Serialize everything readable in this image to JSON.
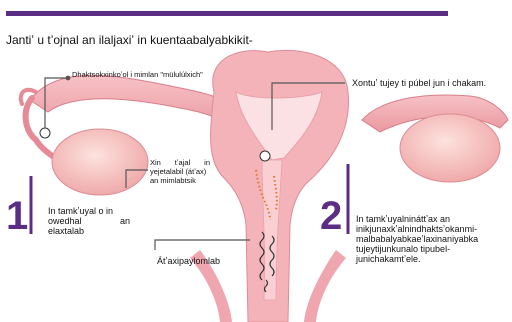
{
  "header": {
    "title": "Jantiʼ u tʼojnal an ilaljaxiʼ in kuentaabalyabkikit-"
  },
  "labels": {
    "microbes": "Dhaktsokxinkoʼol i mimlan \"mülulúlxich\"",
    "uterus": "Xontuʼ tujey ti púbel jun i chakam.",
    "cervix_head": "Xin tʼajal in",
    "cervix_rest": "yejetalabil (átʼax) an mimlabtsik",
    "papilloma": "Átʼaxipaylomlab"
  },
  "steps": [
    {
      "number": "1",
      "text_lines": [
        "In tamkʼuyal o in",
        "owedhal an",
        "elaxtalab"
      ]
    },
    {
      "number": "2",
      "text_lines": [
        "In tamkʼuyalnináttʼax an",
        "inikjunaxkʼalnindhaktsʼokanmi-",
        "malbabalyabkaeʼlaxinaniyabka",
        "tujeytijunkunalo tipubel-",
        "junichakamtʼele."
      ]
    }
  ],
  "colors": {
    "brand": "#5b2d84",
    "tissue": "#f4b3b9",
    "tissue_dark": "#e58a96",
    "ovary": "#f7c9c6"
  }
}
